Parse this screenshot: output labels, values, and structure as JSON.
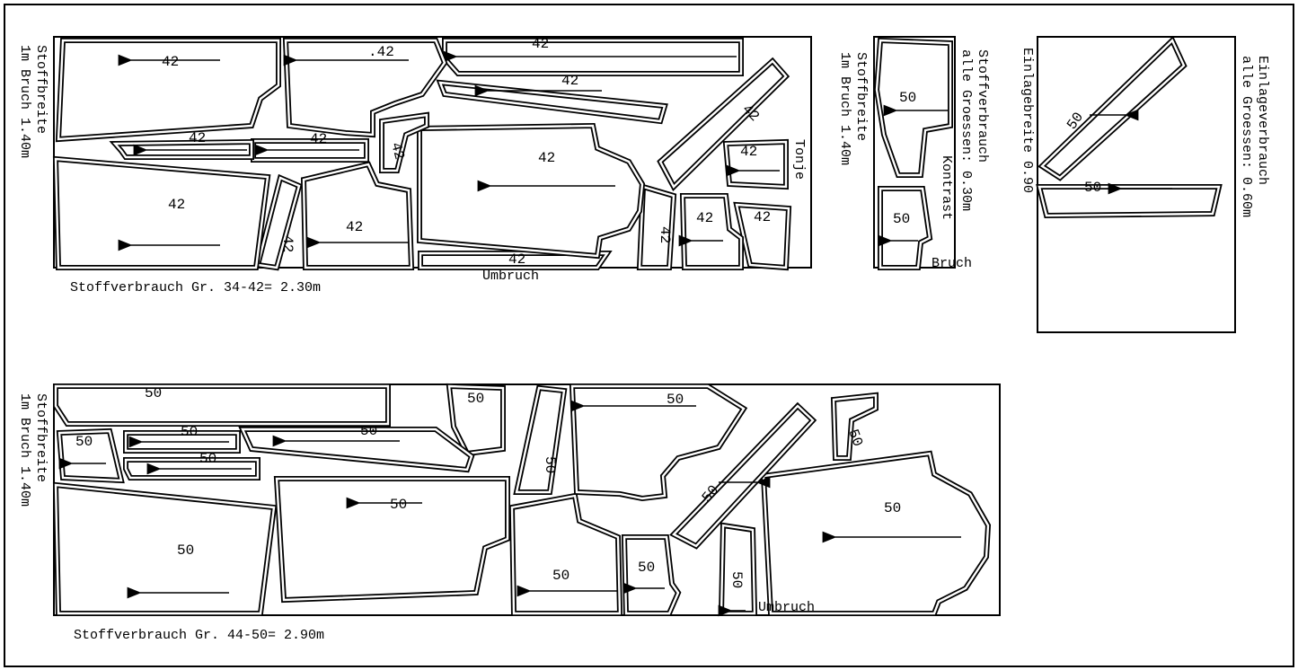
{
  "layout_34_42": {
    "side_label_1": "Stoffbreite",
    "side_label_2": "1m Bruch 1.40m",
    "usage": "Stoffverbrauch Gr. 34-42= 2.30m",
    "fold_label": "Umbruch",
    "name_label": "Tonje",
    "piece_labels": [
      "42",
      ".42",
      "42",
      "42",
      "42",
      "42",
      "42",
      "42",
      "42",
      "42",
      "42",
      "42",
      "42",
      "42",
      "42",
      "42",
      "42"
    ]
  },
  "layout_contrast": {
    "side_label_1": "Stoffbreite",
    "side_label_2": "1m Bruch 1.40m",
    "usage_1": "Stoffverbrauch",
    "usage_2": "alle Groessen: 0.30m",
    "contrast_label": "Kontrast",
    "fold_label": "Bruch",
    "piece_labels": [
      "50",
      "50"
    ]
  },
  "layout_interfacing": {
    "width_label": "Einlagebreite 0.90",
    "usage_1": "Einlageverbrauch",
    "usage_2": "alle Groessen: 0.60m",
    "piece_labels": [
      "50",
      "50"
    ]
  },
  "layout_44_50": {
    "side_label_1": "Stoffbreite",
    "side_label_2": "1m Bruch 1.40m",
    "usage": "Stoffverbrauch Gr. 44-50= 2.90m",
    "fold_label": "Umbruch",
    "piece_labels": [
      "50",
      "50",
      "50",
      "50",
      "50",
      "50",
      "50",
      "50",
      "50",
      "50",
      "50",
      "50",
      "50",
      "50",
      "50",
      "50"
    ]
  }
}
